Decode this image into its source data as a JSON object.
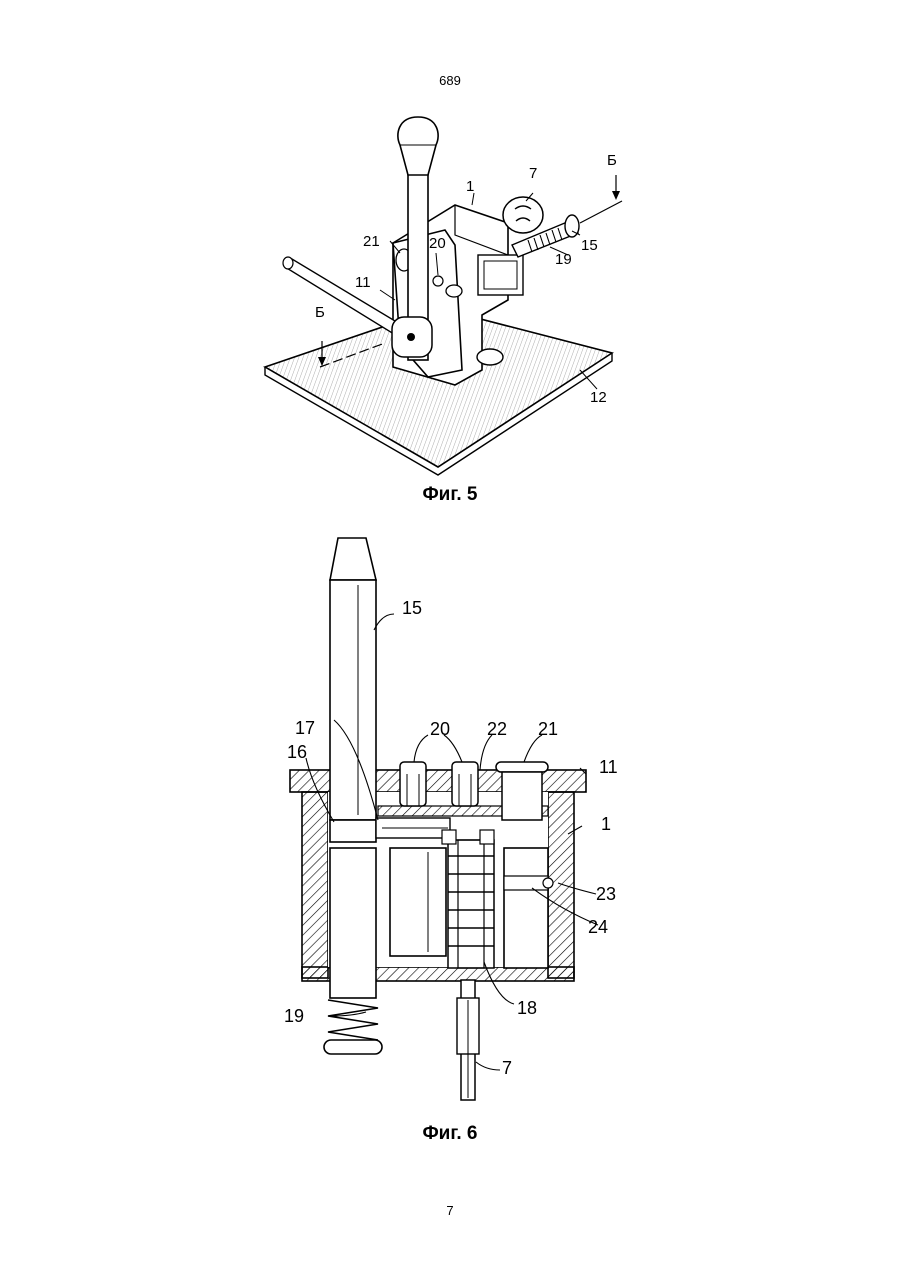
{
  "page": {
    "top_number": "689",
    "bottom_number": "7"
  },
  "figure5": {
    "caption": "Фиг. 5",
    "labels": {
      "l7": "7",
      "lB_top": "Б",
      "l1": "1",
      "l21": "21",
      "l20": "20",
      "l15": "15",
      "l19": "19",
      "l11": "11",
      "lB_left": "Б",
      "l12": "12"
    }
  },
  "figure6": {
    "caption": "Фиг. 6",
    "labels": {
      "l15": "15",
      "l17": "17",
      "l20": "20",
      "l22": "22",
      "l21": "21",
      "l16": "16",
      "l11": "11",
      "l1": "1",
      "l23": "23",
      "l24": "24",
      "l19": "19",
      "l18": "18",
      "l7": "7"
    }
  }
}
